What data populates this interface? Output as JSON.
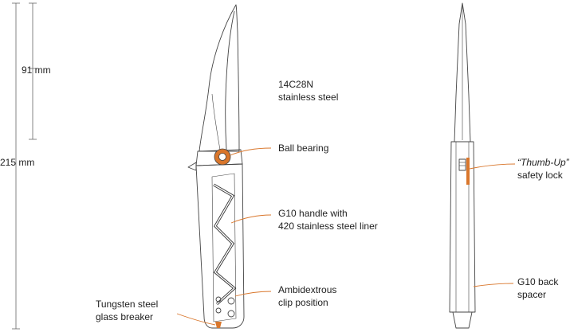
{
  "dimensions": {
    "blade_length": "91 mm",
    "overall_length": "215 mm"
  },
  "callouts": {
    "blade_steel": {
      "line1": "14C28N",
      "line2": "stainless steel"
    },
    "ball_bearing": {
      "line1": "Ball bearing"
    },
    "handle": {
      "line1": "G10 handle with",
      "line2": "420 stainless steel  liner"
    },
    "clip": {
      "line1": "Ambidextrous",
      "line2": "clip position"
    },
    "glass_breaker": {
      "line1": "Tungsten steel",
      "line2": "glass breaker"
    },
    "safety_lock": {
      "line1": "“Thumb-Up”",
      "line2": "safety lock"
    },
    "back_spacer": {
      "line1": "G10 back",
      "line2": "spacer"
    }
  },
  "colors": {
    "accent": "#D9762B",
    "line": "#555555"
  }
}
